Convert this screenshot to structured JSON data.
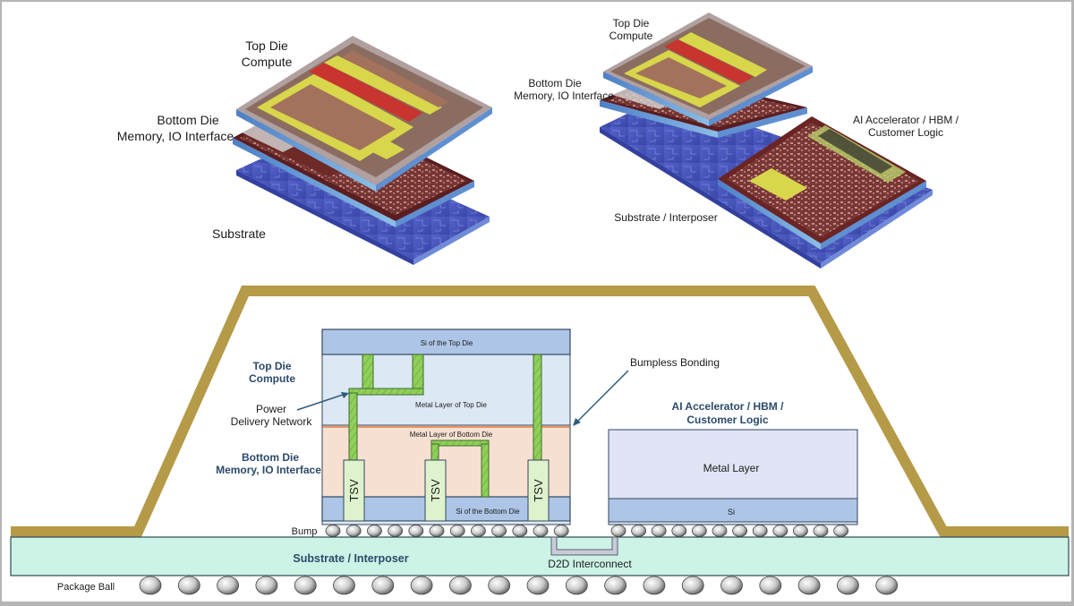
{
  "top_left_diagram": {
    "labels": {
      "top_die_line1": "Top Die",
      "top_die_line2": "Compute",
      "bottom_die_line1": "Bottom Die",
      "bottom_die_line2": "Memory, IO Interface",
      "substrate": "Substrate"
    }
  },
  "top_right_diagram": {
    "labels": {
      "top_die_line1": "Top Die",
      "top_die_line2": "Compute",
      "bottom_die_line1": "Bottom Die",
      "bottom_die_line2": "Memory, IO Interface",
      "accelerator_line1": "AI Accelerator / HBM /",
      "accelerator_line2": "Customer Logic",
      "substrate": "Substrate / Interposer"
    }
  },
  "cross_section": {
    "side_labels": {
      "top_die_line1": "Top Die",
      "top_die_line2": "Compute",
      "pdn_line1": "Power",
      "pdn_line2": "Delivery Network",
      "bottom_die_line1": "Bottom Die",
      "bottom_die_line2": "Memory, IO Interface",
      "bump": "Bump",
      "package_ball": "Package Ball"
    },
    "stack": {
      "si_top": "Si of the Top Die",
      "metal_top": "Metal Layer of Top Die",
      "metal_bottom": "Metal Layer of Bottom Die",
      "si_bottom": "Si of the Bottom Die",
      "tsv": "TSV"
    },
    "bumpless_bonding": "Bumpless Bonding",
    "accelerator": {
      "title_line1": "AI Accelerator / HBM /",
      "title_line2": "Customer Logic",
      "metal_layer": "Metal Layer",
      "si": "Si"
    },
    "substrate": "Substrate / Interposer",
    "d2d": "D2D Interconnect"
  },
  "colors": {
    "mold": "#b59a48",
    "si": "#adc5e6",
    "metal_top": "#dde8f5",
    "metal_bottom": "#f7e0d2",
    "pdn": "#8fcf5a",
    "tsv": "#def3cd",
    "substrate": "#cdf2e6",
    "bond_line": "#e07a45",
    "label_blue": "#2c4a6b"
  }
}
